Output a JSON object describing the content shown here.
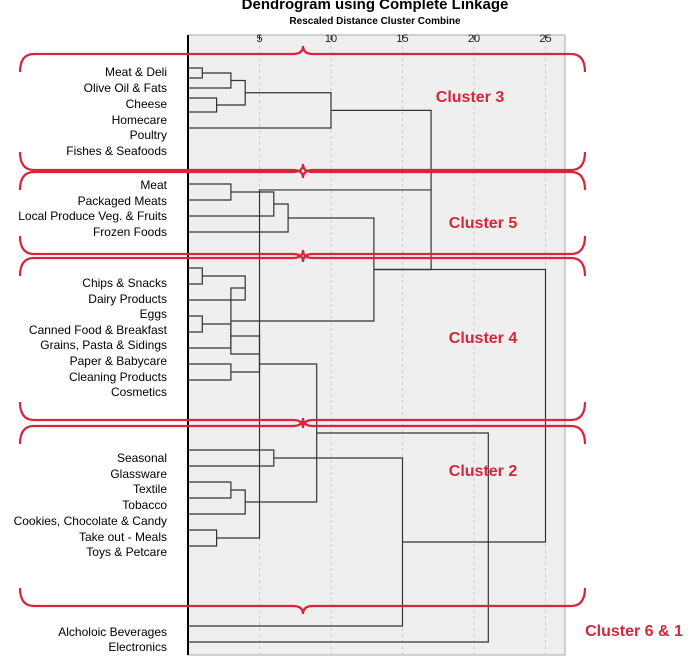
{
  "title": "Dendrogram using Complete Linkage",
  "subtitle": "Rescaled Distance Cluster Combine",
  "axis_ticks": [
    5,
    10,
    15,
    20,
    25
  ],
  "leaves": [
    "Meat & Deli",
    "Olive Oil & Fats",
    "Cheese",
    "Homecare",
    "Poultry",
    "Fishes & Seafoods",
    "Meat",
    "Packaged Meats",
    "Local Produce Veg. & Fruits",
    "Frozen Foods",
    "Chips & Snacks",
    "Dairy Products",
    "Eggs",
    "Canned Food & Breakfast",
    "Grains, Pasta & Sidings",
    "Paper & Babycare",
    "Cleaning Products",
    "Cosmetics",
    "Seasonal",
    "Glassware",
    "Textile",
    "Tobacco",
    "Cookies, Chocolate & Candy",
    "Take out - Meals",
    "Toys & Petcare",
    "Alcholoic Beverages",
    "Electronics"
  ],
  "clusters": [
    {
      "label": "Cluster 3"
    },
    {
      "label": "Cluster 5"
    },
    {
      "label": "Cluster 4"
    },
    {
      "label": "Cluster 2"
    },
    {
      "label": "Cluster 6 & 1"
    }
  ],
  "colors": {
    "accent": "#d6263b",
    "plot_bg": "#efefef",
    "line": "#333333"
  }
}
